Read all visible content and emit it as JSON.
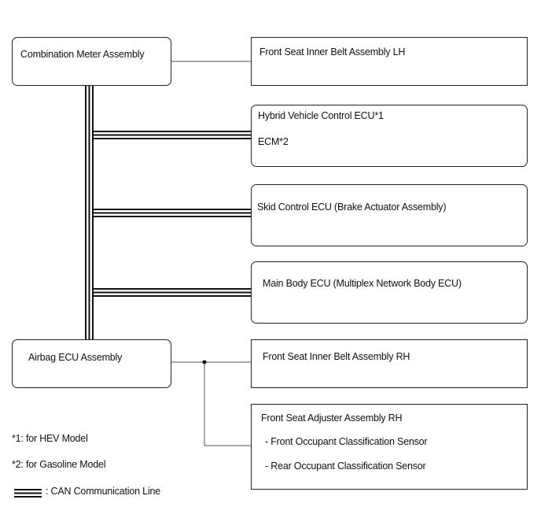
{
  "boxes": {
    "combination_meter": "Combination Meter Assembly",
    "front_belt_lh": "Front Seat Inner Belt Assembly LH",
    "hybrid_ecu": "Hybrid Vehicle Control ECU*1",
    "ecm": "ECM*2",
    "skid_control": "Skid Control ECU (Brake Actuator Assembly)",
    "main_body": "Main Body ECU (Multiplex Network Body ECU)",
    "airbag_ecu": "Airbag ECU Assembly",
    "front_belt_rh": "Front Seat Inner Belt Assembly RH",
    "seat_adjuster": "Front Seat Adjuster Assembly RH",
    "front_occupant_sensor": "- Front Occupant Classification Sensor",
    "rear_occupant_sensor": "- Rear Occupant Classification Sensor"
  },
  "notes": {
    "note1": "*1: for HEV Model",
    "note2": "*2: for Gasoline Model",
    "legend_can": ": CAN Communication Line"
  }
}
